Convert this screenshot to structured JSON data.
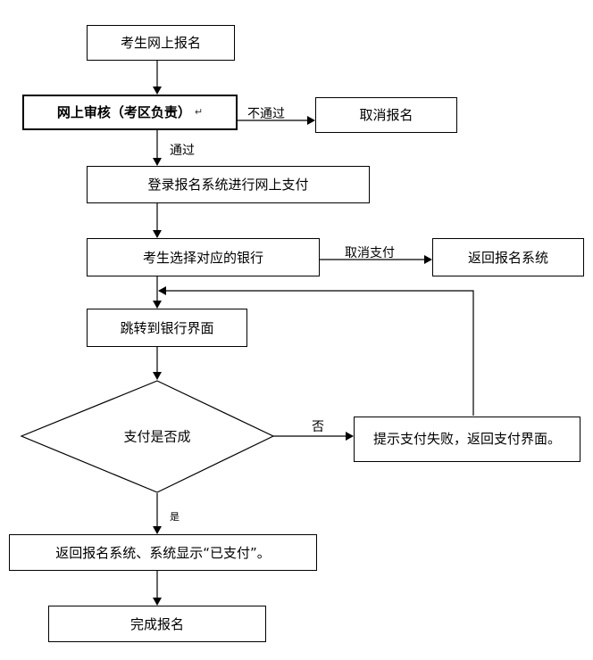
{
  "nodes": {
    "register": "考生网上报名",
    "review": "网上审核（考区负责）",
    "review_mark": "↵",
    "cancel_registration": "取消报名",
    "login_pay": "登录报名系统进行网上支付",
    "choose_bank": "考生选择对应的银行",
    "return_system": "返回报名系统",
    "jump_bank": "跳转到银行界面",
    "pay_success": "支付是否成",
    "pay_fail": "提示支付失败，返回支付界面。",
    "show_paid": "返回报名系统、系统显示“已支付”。",
    "complete": "完成报名"
  },
  "edges": {
    "not_pass": "不通过",
    "pass": "通过",
    "cancel_payment": "取消支付",
    "no": "否",
    "yes": "是"
  },
  "colors": {
    "line": "#000000",
    "background": "#ffffff"
  }
}
